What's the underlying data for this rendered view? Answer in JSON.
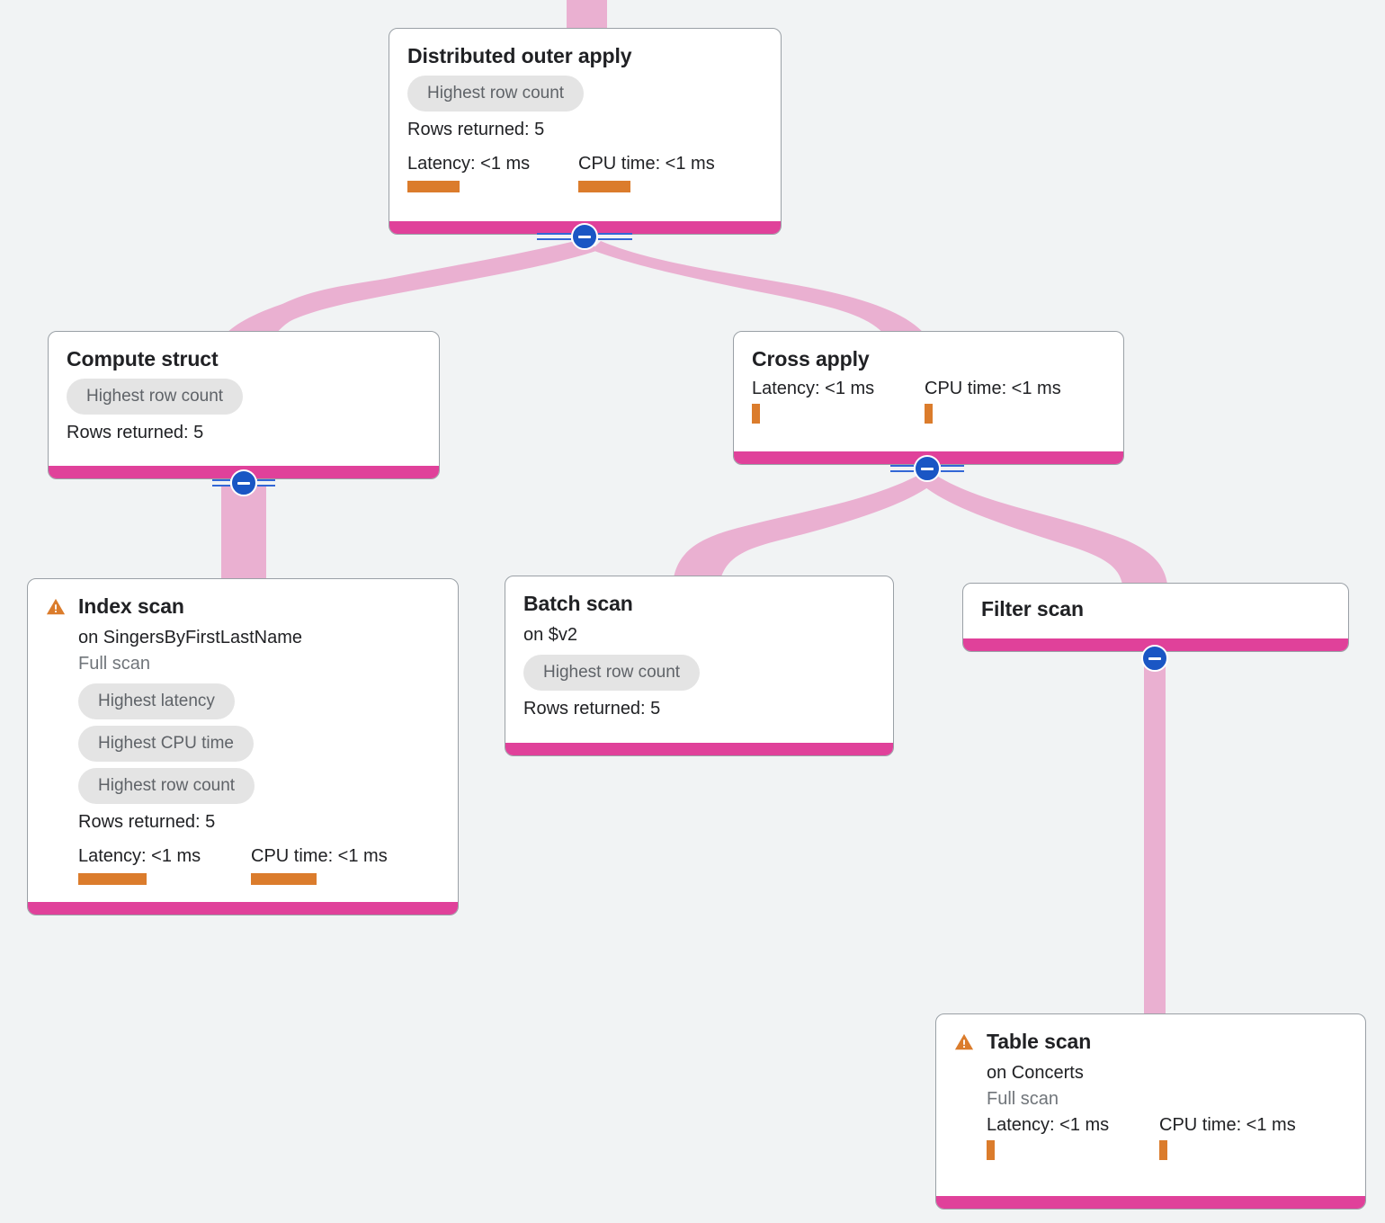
{
  "theme": {
    "background": "#f1f3f4",
    "card_background": "#ffffff",
    "card_border": "#9aa0a6",
    "accent_bar": "#e0419a",
    "edge_ribbon": "#eab0d1",
    "metric_bar": "#db7c2c",
    "chip_background": "#e4e4e4",
    "chip_text": "#5f6368",
    "toggle_blue": "#1a56c4",
    "warning_orange": "#db7c2c",
    "text_primary": "#202124",
    "text_muted": "#70757a"
  },
  "labels": {
    "rows_returned_prefix": "Rows returned: ",
    "latency_prefix": "Latency: ",
    "cpu_prefix": "CPU time: ",
    "on_prefix": "on ",
    "collapse_icon": "collapse-minus-icon",
    "warning_icon": "warning-triangle-icon"
  },
  "nodes": [
    {
      "id": "distributed-outer-apply",
      "title": "Distributed outer apply",
      "warning": false,
      "subtitle": null,
      "scan_type": null,
      "chips": [
        "Highest row count"
      ],
      "rows_returned": "Rows returned: 5",
      "latency_label": "Latency: <1 ms",
      "cpu_label": "CPU time: <1 ms",
      "latency_bar_width": 58,
      "cpu_bar_width": 58,
      "bar_size": "large",
      "has_toggle": true
    },
    {
      "id": "compute-struct",
      "title": "Compute struct",
      "warning": false,
      "subtitle": null,
      "scan_type": null,
      "chips": [
        "Highest row count"
      ],
      "rows_returned": "Rows returned: 5",
      "latency_label": null,
      "cpu_label": null,
      "has_toggle": true
    },
    {
      "id": "cross-apply",
      "title": "Cross apply",
      "warning": false,
      "subtitle": null,
      "scan_type": null,
      "chips": [],
      "rows_returned": null,
      "latency_label": "Latency: <1 ms",
      "cpu_label": "CPU time: <1 ms",
      "bar_size": "small",
      "has_toggle": true
    },
    {
      "id": "index-scan",
      "title": "Index scan",
      "warning": true,
      "subtitle": "on SingersByFirstLastName",
      "scan_type": "Full scan",
      "chips": [
        "Highest latency",
        "Highest CPU time",
        "Highest row count"
      ],
      "rows_returned": "Rows returned: 5",
      "latency_label": "Latency: <1 ms",
      "cpu_label": "CPU time: <1 ms",
      "latency_bar_width": 76,
      "cpu_bar_width": 73,
      "bar_size": "large",
      "has_toggle": false
    },
    {
      "id": "batch-scan",
      "title": "Batch scan",
      "warning": false,
      "subtitle": "on $v2",
      "scan_type": null,
      "chips": [
        "Highest row count"
      ],
      "rows_returned": "Rows returned: 5",
      "latency_label": null,
      "cpu_label": null,
      "has_toggle": false
    },
    {
      "id": "filter-scan",
      "title": "Filter scan",
      "warning": false,
      "subtitle": null,
      "scan_type": null,
      "chips": [],
      "rows_returned": null,
      "latency_label": null,
      "cpu_label": null,
      "has_toggle": true
    },
    {
      "id": "table-scan",
      "title": "Table scan",
      "warning": true,
      "subtitle": "on Concerts",
      "scan_type": "Full scan",
      "chips": [],
      "rows_returned": null,
      "latency_label": "Latency: <1 ms",
      "cpu_label": "CPU time: <1 ms",
      "bar_size": "small",
      "has_toggle": false
    }
  ]
}
